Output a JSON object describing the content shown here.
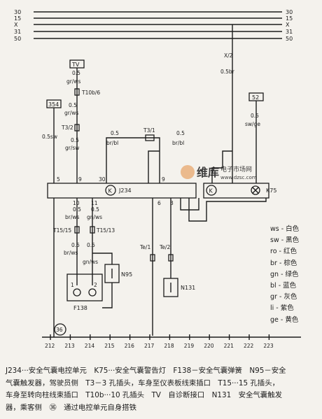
{
  "bus_labels": [
    "30",
    "15",
    "X",
    "31",
    "50"
  ],
  "connectors": {
    "tv": "TV",
    "c354": "354",
    "c52": "52",
    "t10b6": "T10b/6",
    "t3_2": "T3/2",
    "t3_1": "T3/1",
    "x2": "X/2",
    "t15_15": "T15/15",
    "t15_13": "T15/13",
    "te_1": "Te/1",
    "te_2": "Te/2"
  },
  "wires": {
    "tv_05": "0.5",
    "tv_gr_ws": "gr/ws",
    "mid_05": "0.5",
    "mid_gr_ws": "gr/ws",
    "left_05sw": "0.5sw",
    "lower_05": "0.5",
    "lower_gr_sw": "gr/sw",
    "t3l_05": "0.5",
    "t3l_br_bl": "br/bl",
    "t3r_05": "0.5",
    "t3r_br_bl": "br/bl",
    "x2_05br": "0.5br",
    "c52_05": "0.5",
    "c52_sw_ge": "sw/ge",
    "p10_05": "0.5",
    "p10_br_ws": "br/ws",
    "p11_05": "0.5",
    "p11_gn_ws": "gn/ws",
    "p10b_05": "0.5",
    "p10b_br_ws": "br/ws",
    "p11b_05": "0.5",
    "p11b_gn_ws": "gn/ws"
  },
  "pins": {
    "p5": "5",
    "p9": "9",
    "p30": "30",
    "p9b": "9",
    "p10": "10",
    "p11": "11",
    "p6": "6",
    "p3": "3",
    "p1": "1",
    "p2": "2",
    "ground": "36"
  },
  "components": {
    "j234": "J234",
    "j234_symbol": "K",
    "k75": "K75",
    "k75_symbol": "K",
    "n95": "N95",
    "n131": "N131",
    "f138": "F138"
  },
  "watermark": {
    "brand": "维库",
    "subtitle": "电子市场网",
    "url": "www.dzsc.com"
  },
  "ruler": [
    "212",
    "213",
    "214",
    "215",
    "216",
    "217",
    "218",
    "219",
    "220",
    "221",
    "222",
    "223"
  ],
  "legend": [
    "ws - 白色",
    "sw - 黑色",
    "ro - 红色",
    "br - 棕色",
    "gn - 绿色",
    "bl - 蓝色",
    "gr - 灰色",
    "li - 紫色",
    "ge - 黄色"
  ],
  "caption": [
    "J234···安全气囊电控单元　K75···安全气囊警告灯　F138－安全气囊弹簧　N95－安全",
    "气囊触发器，驾驶员侧　T3－3 孔插头，车身至仪表板线束插口　T15···15 孔插头，",
    "车身至转向柱线束插口　T10b···10 孔插头　TV　自诊断接口　N131　安全气囊触发",
    "器，乘客侧　㊱　通过电控单元自身搭铁"
  ],
  "colors": {
    "ink": "#1c1c1c",
    "paper": "#f4f2ed",
    "watermark": "#e07a1f"
  }
}
